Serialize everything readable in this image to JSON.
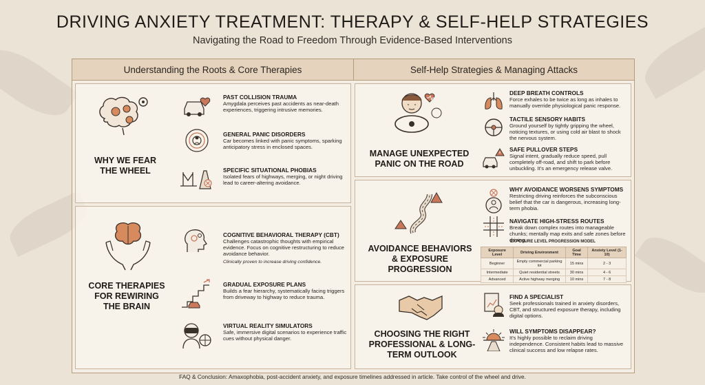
{
  "header": {
    "title": "DRIVING ANXIETY TREATMENT: THERAPY & SELF-HELP STRATEGIES",
    "subtitle": "Navigating the Road to Freedom Through Evidence-Based Interventions"
  },
  "left_column": {
    "heading": "Understanding the Roots & Core Therapies",
    "why": {
      "label": "WHY WE FEAR THE WHEEL",
      "items": [
        {
          "title": "PAST COLLISION TRAUMA",
          "desc": "Amygdala perceives past accidents as near-death experiences, triggering intrusive memories."
        },
        {
          "title": "GENERAL PANIC DISORDERS",
          "desc": "Car becomes linked with panic symptoms, sparking anticipatory stress in enclosed spaces."
        },
        {
          "title": "SPECIFIC SITUATIONAL PHOBIAS",
          "desc": "Isolated fears of highways, merging, or night driving lead to career-altering avoidance."
        }
      ]
    },
    "core": {
      "label": "CORE THERAPIES FOR REWIRING THE BRAIN",
      "items": [
        {
          "title": "COGNITIVE BEHAVIORAL THERAPY (CBT)",
          "desc": "Challenges catastrophic thoughts with empirical evidence. Focus on cognitive restructuring to reduce avoidance behavior.",
          "note": "Clinically proven to increase driving confidence."
        },
        {
          "title": "GRADUAL EXPOSURE PLANS",
          "desc": "Builds a fear hierarchy, systematically facing triggers from driveway to highway to reduce trauma."
        },
        {
          "title": "VIRTUAL REALITY SIMULATORS",
          "desc": "Safe, immersive digital scenarios to experience traffic cues without physical danger."
        }
      ]
    }
  },
  "right_column": {
    "heading": "Self-Help Strategies & Managing Attacks",
    "panic": {
      "label": "MANAGE UNEXPECTED PANIC ON THE ROAD",
      "items": [
        {
          "title": "DEEP BREATH CONTROLS",
          "desc": "Force exhales to be twice as long as inhales to manually override physiological panic response."
        },
        {
          "title": "TACTILE SENSORY HABITS",
          "desc": "Ground yourself by tightly gripping the wheel, noticing textures, or using cold air blast to shock the nervous system."
        },
        {
          "title": "SAFE PULLOVER STEPS",
          "desc": "Signal intent, gradually reduce speed, pull completely off-road, and shift to park before unbuckling. It's an emergency release valve."
        }
      ]
    },
    "avoidance": {
      "label": "AVOIDANCE BEHAVIORS & EXPOSURE PROGRESSION",
      "items": [
        {
          "title": "WHY AVOIDANCE WORSENS SYMPTOMS",
          "desc": "Restricting driving reinforces the subconscious belief that the car is dangerous, increasing long-term phobia."
        },
        {
          "title": "NAVIGATE HIGH-STRESS ROUTES",
          "desc": "Break down complex routes into manageable chunks; mentally map exits and safe zones before driving."
        }
      ],
      "table": {
        "title": "EXPOSURE LEVEL PROGRESSION MODEL",
        "headers": [
          "Exposure Level",
          "Driving Environment",
          "Goal Time",
          "Anxiety Level (1-10)"
        ],
        "rows": [
          [
            "Beginner",
            "Empty commercial parking lot",
            "15 mins",
            "2 - 3"
          ],
          [
            "Intermediate",
            "Quiet residential streets",
            "30 mins",
            "4 - 6"
          ],
          [
            "Advanced",
            "Active highway merging",
            "10 mins",
            "7 - 8"
          ]
        ]
      }
    },
    "specialist": {
      "label": "CHOOSING THE RIGHT PROFESSIONAL & LONG-TERM OUTLOOK",
      "items": [
        {
          "title": "FIND A SPECIALIST",
          "desc": "Seek professionals trained in anxiety disorders, CBT, and structured exposure therapy, including digital options."
        },
        {
          "title": "WILL SYMPTOMS DISAPPEAR?",
          "desc": "It's highly possible to reclaim driving independence. Consistent habits lead to massive clinical success and low relapse rates."
        }
      ]
    }
  },
  "footer": "FAQ & Conclusion: Amaxophobia, post-accident anxiety, and exposure timelines addressed in article. Take control of the wheel and drive.",
  "colors": {
    "background": "#ece3d7",
    "header_band": "#e6d3bd",
    "border": "#b59a7c",
    "accent": "#c9785a"
  }
}
